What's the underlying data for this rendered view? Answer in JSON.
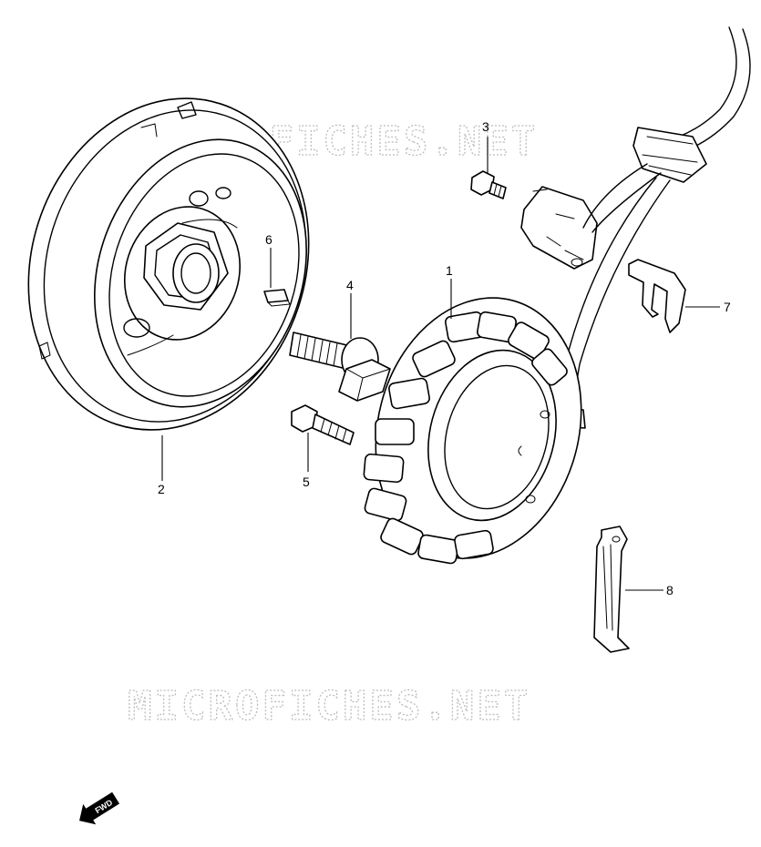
{
  "watermark": {
    "top": "MICROFICHES.NET",
    "bottom": "MICROFICHES.NET"
  },
  "callouts": {
    "c1": "1",
    "c2": "2",
    "c3": "3",
    "c4": "4",
    "c5": "5",
    "c6": "6",
    "c7": "7",
    "c8": "8"
  },
  "direction": {
    "label": "FWD"
  },
  "icons": {
    "direction": "fwd-arrow-icon"
  }
}
